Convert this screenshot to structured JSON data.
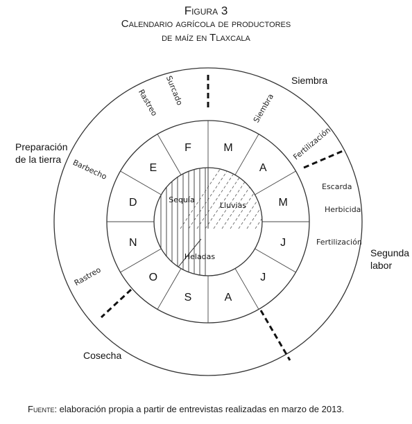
{
  "figure": {
    "label": "Figura 3",
    "title_line1": "Calendario agrícola de productores",
    "title_line2": "de maíz en Tlaxcala"
  },
  "months": [
    "M",
    "A",
    "M",
    "J",
    "J",
    "A",
    "S",
    "O",
    "N",
    "D",
    "E",
    "F"
  ],
  "seasons": {
    "dry": "Sequía",
    "rain": "Lluvias",
    "frost": "Heladas"
  },
  "activities": {
    "surcado": "Surcado",
    "rastreo_top": "Rastreo",
    "siembra_inner": "Siembra",
    "fertilizacion_1": "Fertilización",
    "escarda": "Escarda",
    "herbicida": "Herbicida",
    "fertilizacion_2": "Fertilización",
    "barbecho": "Barbecho",
    "rastreo_bottom": "Rastreo"
  },
  "stages": {
    "siembra": "Siembra",
    "preparacion_line1": "Preparación",
    "preparacion_line2": "de la tierra",
    "segunda_line1": "Segunda",
    "segunda_line2": "labor",
    "cosecha": "Cosecha"
  },
  "source": {
    "prefix": "Fuente",
    "text": ": elaboración propia a partir de entrevistas realizadas en marzo de 2013."
  }
}
